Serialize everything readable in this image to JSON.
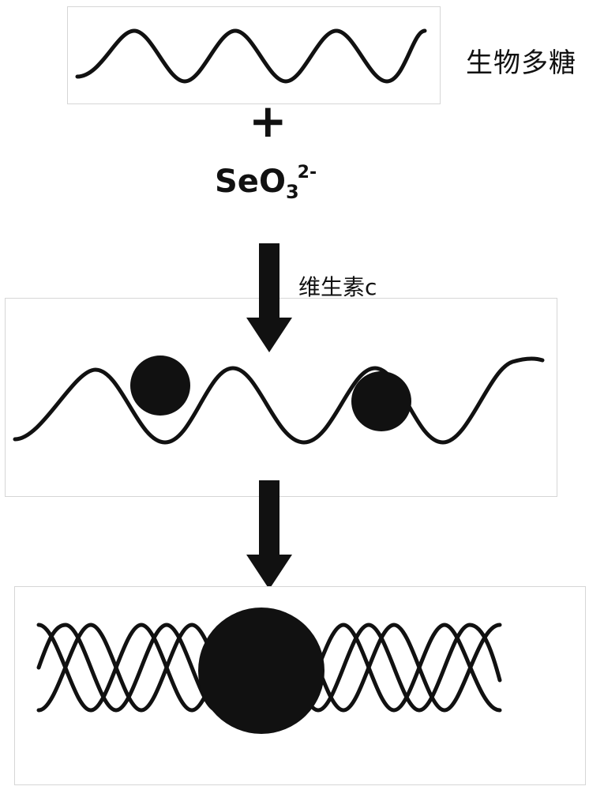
{
  "labels": {
    "polysaccharide": "生物多糖",
    "plus": "+",
    "selenite": {
      "base": "SeO",
      "subscript": "3",
      "charge": "2-"
    },
    "reductant": "维生素c"
  },
  "colors": {
    "ink": "#111111",
    "frame_border": "#d6d6d6",
    "background": "#ffffff"
  },
  "diagram": {
    "type": "reaction-scheme",
    "steps": [
      "polysaccharide + selenite",
      "reduction by vitamin C",
      "selenium nanoparticle wrapped by polysaccharide"
    ]
  }
}
